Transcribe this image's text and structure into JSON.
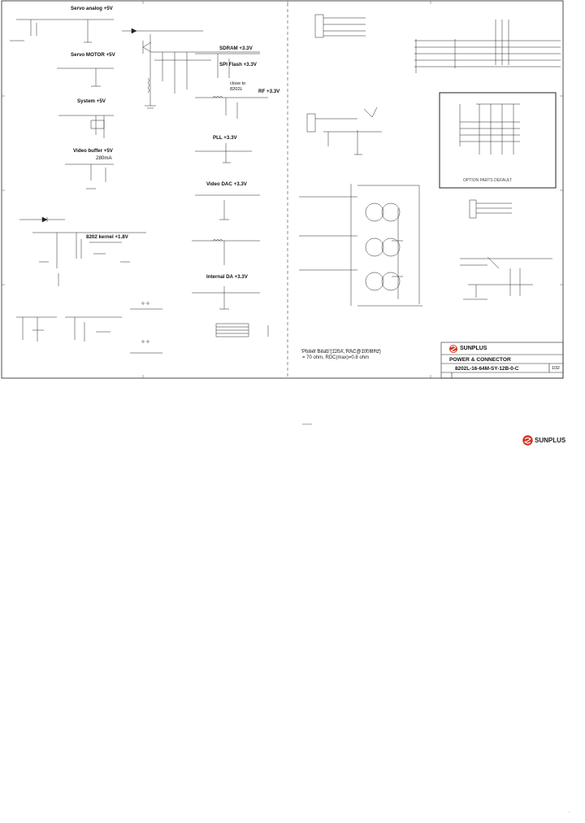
{
  "rails": {
    "servo_analog": "Servo analog +5V",
    "servo_motor": "Servo MOTOR +5V",
    "system": "System +5V",
    "video_buffer": "Video buffer +5V",
    "video_buffer_current": "280mA",
    "kernel": "8202 kernel +1.8V",
    "sdram": "SDRAM +3.3V",
    "spi_flash": "SPI Flash +3.3V",
    "rf": "RF +3.3V",
    "pll": "PLL +3.3V",
    "video_dac": "Video DAC +3.3V",
    "internal_da": "Internal DA +3.3V"
  },
  "notes": {
    "power_bead_line1": "Power Bead (120A, RAC@100MHz)",
    "power_bead_line2": "= 70 ohm, RDC(max)=0.8 ohm",
    "options_box": "OPTION PARTS DEFAULT",
    "small_note": "close to\n8202L"
  },
  "title_block": {
    "company": "SUNPLUS",
    "title": "POWER & CONNECTOR",
    "part_number": "8202L-16-64M-SY-12B-0-C",
    "sheet": "1/32"
  },
  "page_logo": {
    "company": "SUNPLUS"
  },
  "colors": {
    "logo_red": "#d6321f",
    "ink": "#111111",
    "faint": "#888888"
  }
}
